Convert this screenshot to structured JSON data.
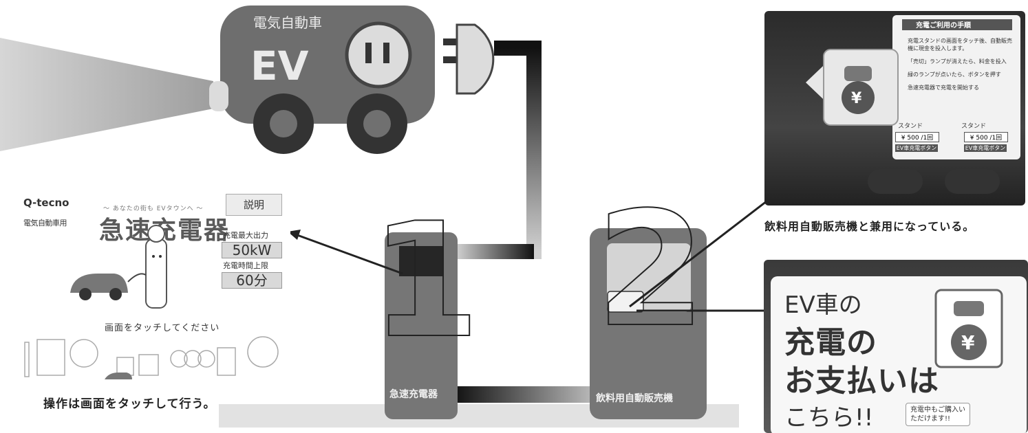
{
  "car": {
    "title": "電気自動車",
    "label": "EV"
  },
  "steps": {
    "step1_number": "1",
    "step2_number": "2"
  },
  "devices": {
    "charger_label": "急速充電器",
    "vending_label": "飲料用自動販売機"
  },
  "screen": {
    "brand": "Q-tecno",
    "subtitle": "〜 あなたの街も EVタウンへ 〜",
    "small_title": "電気自動車用",
    "small_url": "",
    "big_title": "急速充電器",
    "explain_button": "説明",
    "max_output_label": "充電最大出力",
    "max_output_value": "50kW",
    "time_limit_label": "充電時間上限",
    "time_limit_value": "60分",
    "touch_prompt": "画面をタッチしてください"
  },
  "captions": {
    "left": "操作は画面をタッチして行う。",
    "right": "飲料用自動販売機と兼用になっている。"
  },
  "photo_top": {
    "panel_title": "充電ご利用の手順",
    "steps": [
      "充電スタンドの画面をタッチ後、自動販売機に現金を投入します。",
      "「売切」ランプが消えたら、料金を投入",
      "緑のランプが点いたら、ボタンを押す",
      "急速充電器で充電を開始する"
    ],
    "stand_label": "スタンド",
    "price": "¥ 500 /1回",
    "button_label": "EV車充電ボタン"
  },
  "photo_bottom": {
    "line1": "EV車の",
    "line2": "充電の",
    "line3": "お支払いは",
    "line4": "こちら!!",
    "note": "充電中もご購入いただけます!!"
  },
  "colors": {
    "car_body": "#6e6e6e",
    "device_body": "#767676",
    "cable_dark": "#1a1a1a",
    "base": "#e2e2e2"
  }
}
